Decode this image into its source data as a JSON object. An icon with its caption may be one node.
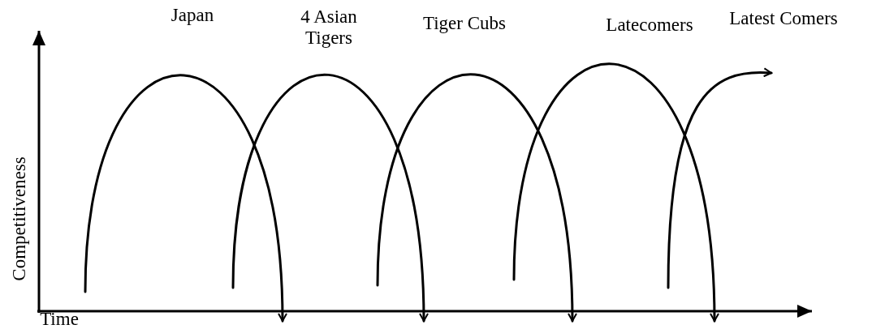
{
  "diagram": {
    "labels": [
      "Japan",
      "4 Asian Tigers",
      "Tiger Cubs",
      "Latecomers",
      "Latest Comers",
      "Competitiveness",
      "Time"
    ]
  }
}
